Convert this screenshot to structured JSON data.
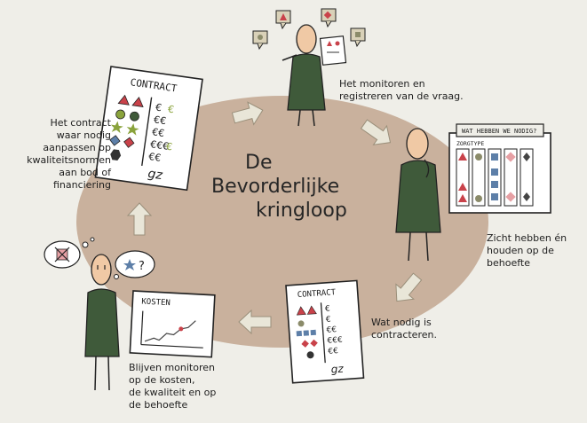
{
  "title": {
    "line1": "De",
    "line2": "Bevorderlijke",
    "line3": "kringloop"
  },
  "steps": [
    {
      "text": "Het monitoren en\nregistreren van de vraag."
    },
    {
      "text": "Zicht hebben én\nhouden op de behoefte"
    },
    {
      "text": "Wat nodig is\ncontracteren."
    },
    {
      "text": "Blijven monitoren\nop de kosten,\nde kwaliteit en op\nde behoefte"
    },
    {
      "text": "Het contract\nwaar nodig\naanpassen op\nkwaliteitsnormen\naan bod of\nfinanciering"
    }
  ],
  "contract_top": {
    "heading": "CONTRACT",
    "signature": "gz"
  },
  "contract_bottom": {
    "heading": "CONTRACT",
    "signature": "gz"
  },
  "board": {
    "heading": "WAT HEBBEN WE NODIG?",
    "subheading": "ZORGTYPE"
  },
  "costs_chart": {
    "heading": "KOSTEN"
  },
  "colors": {
    "background": "#efeee8",
    "ellipse": "#c9b19d",
    "figure": "#3f5a3a",
    "skin": "#f0c9a5",
    "red": "#c9424a",
    "green": "#8aa33c",
    "blue": "#5d7fa8",
    "arrow": "#e9e6d8"
  },
  "icons": [
    "thought-bubble-icon",
    "question-icon",
    "star-icon"
  ]
}
